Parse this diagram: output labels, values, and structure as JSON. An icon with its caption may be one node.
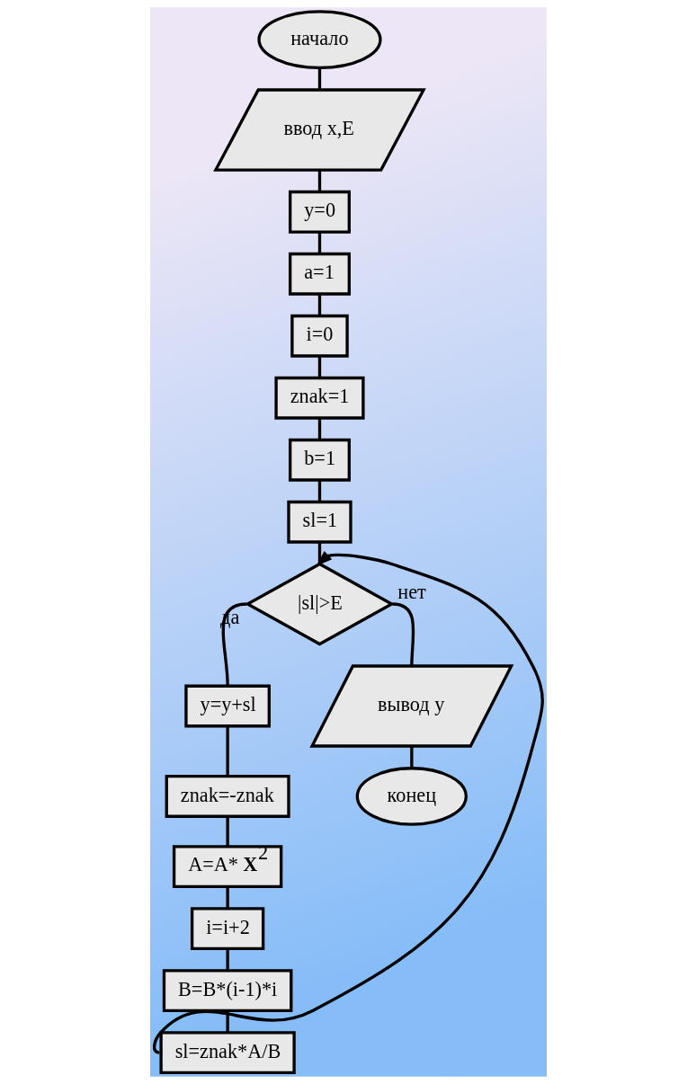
{
  "diagram": {
    "nodes": [
      {
        "text": [
          "начало"
        ]
      },
      {
        "text": [
          "ввод x,E"
        ]
      },
      {
        "text": [
          "y=0"
        ]
      },
      {
        "text": [
          "a=1"
        ]
      },
      {
        "text": [
          "i=0"
        ]
      },
      {
        "text": [
          "znak=1"
        ]
      },
      {
        "text": [
          "b=1"
        ]
      },
      {
        "text": [
          "sl=1"
        ]
      },
      {
        "text": [
          "|sl|>E"
        ]
      },
      {
        "text": [
          "y=y+sl"
        ]
      },
      {
        "text": [
          "znak=-znak"
        ]
      },
      {
        "text": [
          "A=A* **X**$^{2}$"
        ]
      },
      {
        "text": [
          "i=i+2"
        ]
      },
      {
        "text": [
          "B=B*(i-1)*i"
        ]
      },
      {
        "text": [
          "sl=znak*A/B"
        ]
      },
      {
        "text": [
          "вывод y"
        ]
      },
      {
        "text": [
          "конец"
        ]
      }
    ],
    "edges": [
      {
        "from": 0,
        "to": 1,
        "arrow": "none"
      },
      {
        "from": 1,
        "to": 2,
        "arrow": "none"
      },
      {
        "from": 2,
        "to": 3,
        "arrow": "none"
      },
      {
        "from": 3,
        "to": 4,
        "arrow": "none"
      },
      {
        "from": 4,
        "to": 5,
        "arrow": "none"
      },
      {
        "from": 5,
        "to": 6,
        "arrow": "none"
      },
      {
        "from": 6,
        "to": 7,
        "arrow": "none"
      },
      {
        "from": 7,
        "to": 8,
        "arrow": "none"
      },
      {
        "from": 8,
        "to": 9,
        "label": "да",
        "arrow": "none"
      },
      {
        "from": 8,
        "to": 15,
        "label": "нет",
        "arrow": "none"
      },
      {
        "from": 9,
        "to": 10,
        "arrow": "none"
      },
      {
        "from": 10,
        "to": 11,
        "arrow": "none"
      },
      {
        "from": 11,
        "to": 12,
        "arrow": "none"
      },
      {
        "from": 12,
        "to": 13,
        "arrow": "none"
      },
      {
        "from": 13,
        "to": 14,
        "arrow": "none"
      },
      {
        "from": 14,
        "to": 8,
        "arrow": "to"
      },
      {
        "from": 15,
        "to": 16,
        "arrow": "none"
      }
    ]
  }
}
